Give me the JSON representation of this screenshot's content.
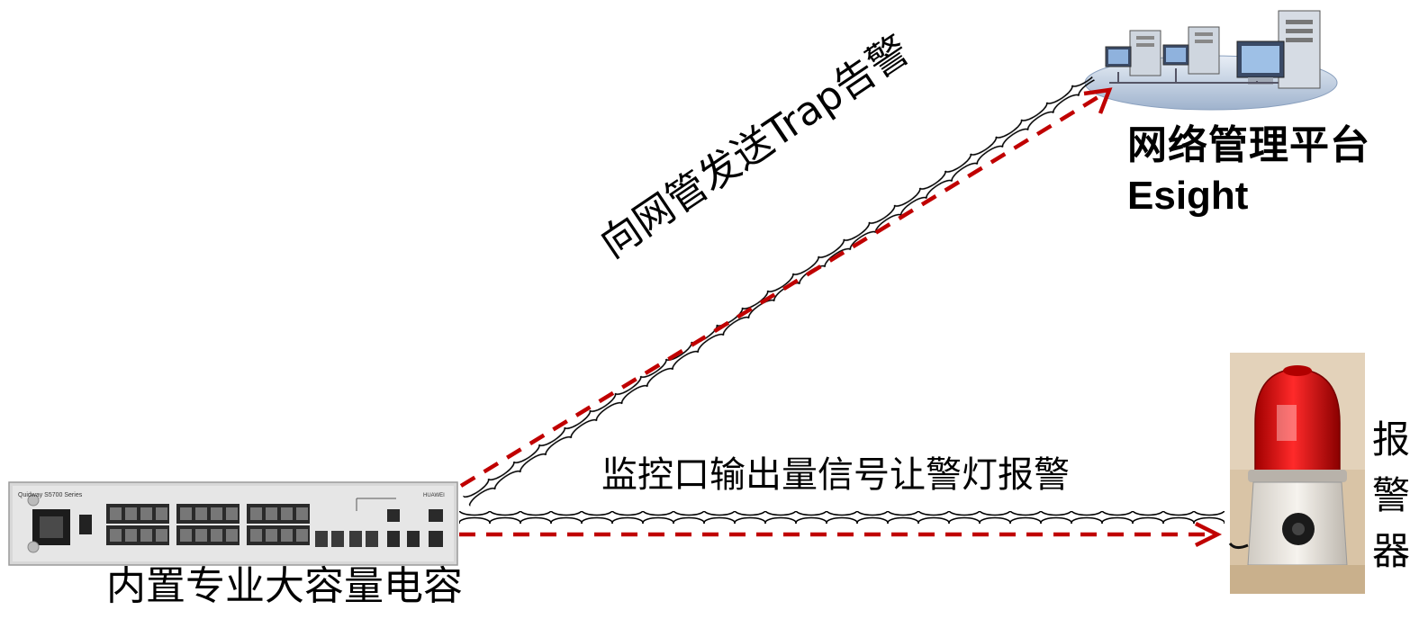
{
  "nms": {
    "title": "网络管理平台",
    "subtitle": "Esight"
  },
  "links": {
    "trap_label": "向网管发送Trap告警",
    "monitor_label": "监控口输出量信号让警灯报警"
  },
  "switch": {
    "caption": "内置专业大容量电容",
    "model_text": "Quidway S5700 Series",
    "brand_text": "HUAWEI"
  },
  "alarm": {
    "chars": [
      "报",
      "警",
      "器"
    ]
  },
  "colors": {
    "arrow": "#c00000",
    "cable": "#000000",
    "lamp_red": "#e01010",
    "lamp_base": "#e8e4de",
    "platform": "#c8d4e4"
  },
  "icons": {
    "servers": "server-cluster-icon",
    "switch": "network-switch-icon",
    "alarm": "rotating-warning-lamp-icon"
  }
}
